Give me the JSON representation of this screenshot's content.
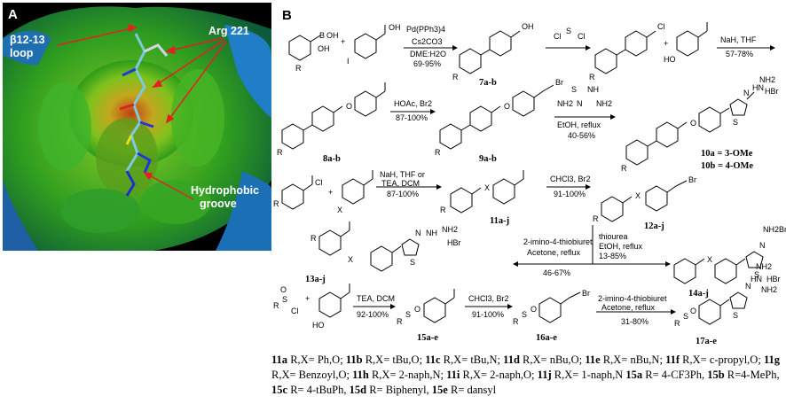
{
  "panel_a": {
    "label": "A",
    "annotations": [
      "β12-13\nloop",
      "Arg 221",
      "Hydrophobic\ngroove"
    ]
  },
  "panel_b": {
    "label": "B",
    "reagents": {
      "r1": [
        "Pd(PPh3)4",
        "Cs2CO3",
        "DME:H2O",
        "69-95%"
      ],
      "r2": [
        "NaH, THF",
        "57-78%"
      ],
      "r3": [
        "HOAc, Br2",
        "87-100%"
      ],
      "r4": [
        "EtOH, reflux",
        "40-56%"
      ],
      "r5": [
        "NaH, THF or",
        "TEA, DCM",
        "87-100%"
      ],
      "r6": [
        "CHCl3, Br2",
        "91-100%"
      ],
      "r7": [
        "2-imino-4-thiobiuret",
        "Acetone, reflux",
        "46-67%"
      ],
      "r8": [
        "thiourea",
        "EtOH, reflux",
        "13-85%"
      ],
      "r9": [
        "TEA, DCM",
        "92-100%"
      ],
      "r10": [
        "CHCl3, Br2",
        "91-100%"
      ],
      "r11": [
        "2-imino-4-thiobiuret",
        "Acetone, reflux",
        "31-80%"
      ]
    },
    "compounds": {
      "c7": "7a-b",
      "c8": "8a-b",
      "c9": "9a-b",
      "c10a": "10a = 3-OMe",
      "c10b": "10b = 4-OMe",
      "c11": "11a-j",
      "c12": "12a-j",
      "c13": "13a-j",
      "c14": "14a-j",
      "c15": "15a-e",
      "c16": "16a-e",
      "c17": "17a-e"
    },
    "atoms": {
      "oh": "OH",
      "i": "I",
      "ho": "HO",
      "cl": "Cl",
      "o": "O",
      "br": "Br",
      "r": "R",
      "x": "X",
      "s": "S",
      "n": "N",
      "nh": "NH",
      "nh2": "NH2",
      "hn": "HN",
      "hbr": "HBr",
      "boh": "B",
      "nh2br": "NH2Br"
    }
  },
  "legend": [
    {
      "id": "11a",
      "text": "R,X= Ph,O;"
    },
    {
      "id": "11b",
      "text": "R,X= tBu,O;"
    },
    {
      "id": "11c",
      "text": "R,X= tBu,N;"
    },
    {
      "id": "11d",
      "text": "R,X= nBu,O;"
    },
    {
      "id": "11e",
      "text": "R,X= nBu,N;"
    },
    {
      "id": "11f",
      "text": "R,X= c-propyl,O;"
    },
    {
      "id": "11g",
      "text": "R,X= Benzoyl,O;"
    },
    {
      "id": "11h",
      "text": "R,X= 2-naph,N;"
    },
    {
      "id": "11i",
      "text": "R,X= 2-naph,O;"
    },
    {
      "id": "11j",
      "text": "R,X= 1-naph,N"
    },
    {
      "id": "15a",
      "text": "R= 4-CF3Ph,"
    },
    {
      "id": "15b",
      "text": "R=4-MePh,"
    },
    {
      "id": "15c",
      "text": "R= 4-tBuPh,"
    },
    {
      "id": "15d",
      "text": "R= Biphenyl,"
    },
    {
      "id": "15e",
      "text": "R= dansyl"
    }
  ]
}
